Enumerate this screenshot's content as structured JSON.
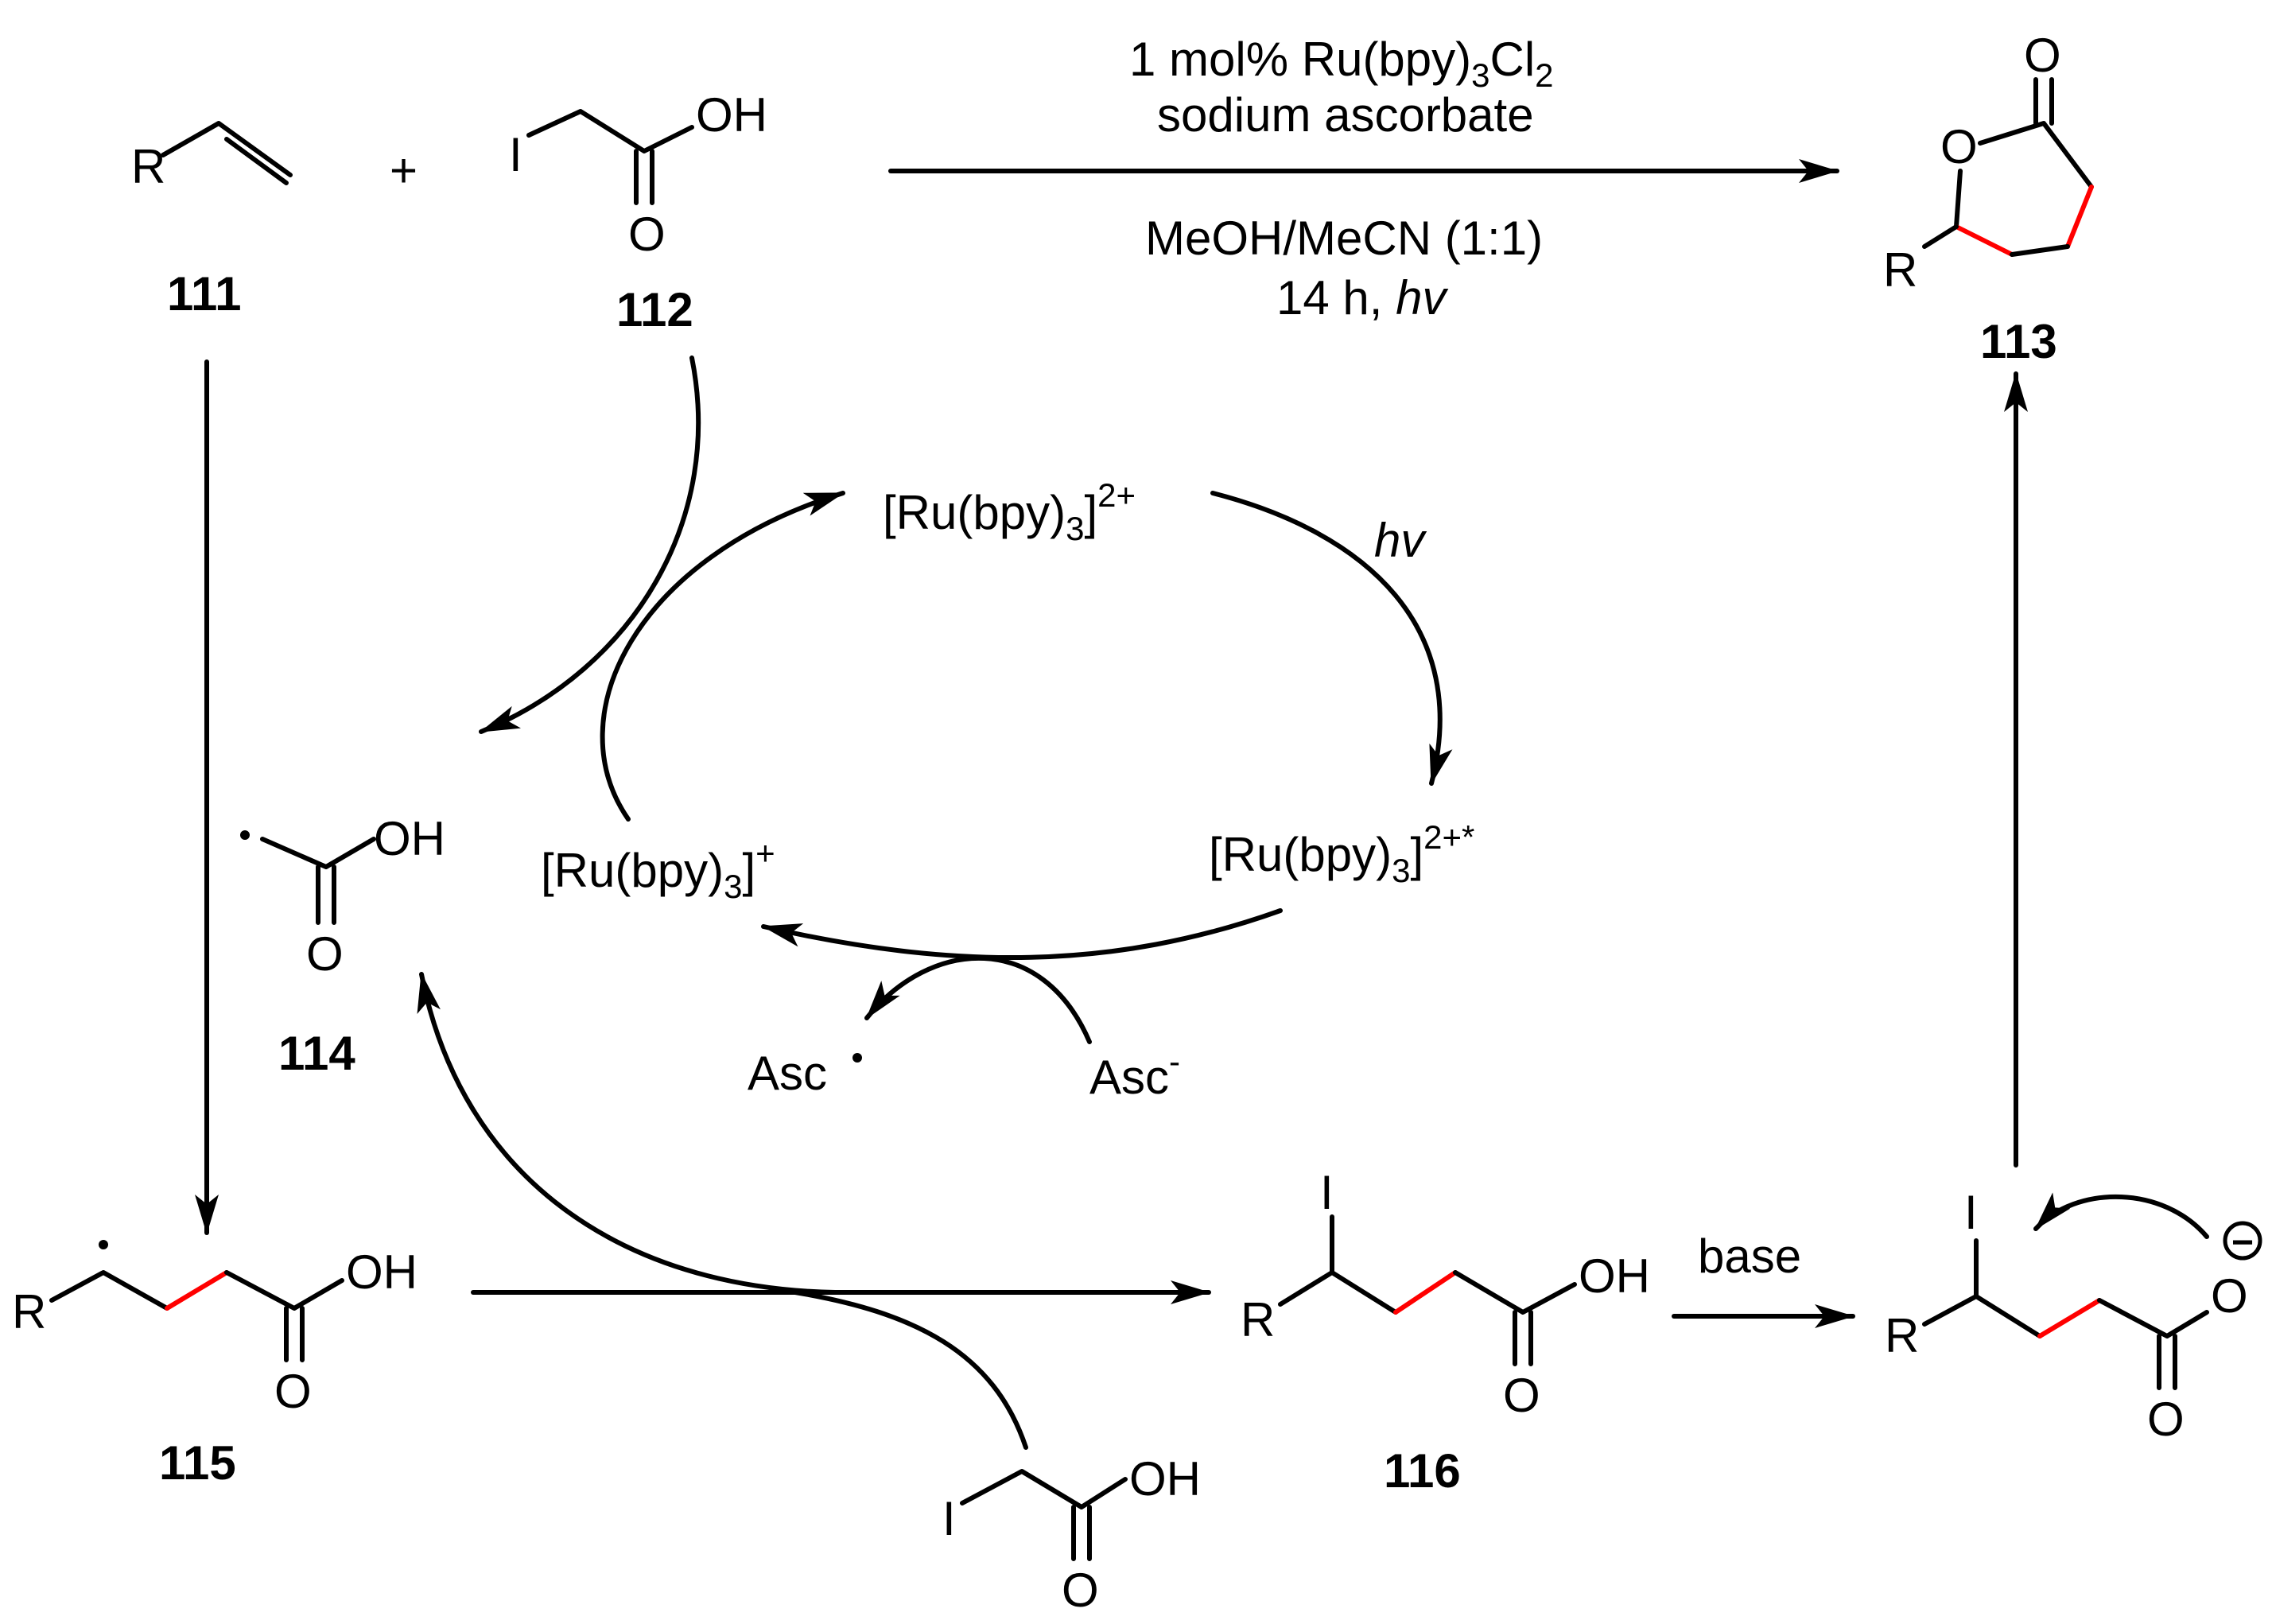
{
  "compounds": {
    "c111": "111",
    "c112": "112",
    "c113": "113",
    "c114": "114",
    "c115": "115",
    "c116": "116"
  },
  "atoms": {
    "R": "R",
    "I": "I",
    "O": "O",
    "OH": "OH",
    "plus": "+"
  },
  "conditions": {
    "line1_prefix": "1 mol% Ru(bpy)",
    "line1_sub3": "3",
    "line1_cl": "Cl",
    "line1_sub2": "2",
    "line2": "sodium ascorbate",
    "line3": "MeOH/MeCN (1:1)",
    "line4_prefix": "14 h, ",
    "line4_hv": "hv"
  },
  "cycle": {
    "ru_base": "[Ru(bpy)",
    "sub3": "3",
    "close": "]",
    "sup_2plus": "2+",
    "sup_2plus_star": "2+*",
    "sup_plus": "+",
    "hv": "hv",
    "asc_radical": "Asc",
    "asc_anion": "Asc",
    "minus": "-",
    "base": "base",
    "anion_charge": "−"
  },
  "colors": {
    "ink": "#000000",
    "new_bond": "#ff0000"
  }
}
